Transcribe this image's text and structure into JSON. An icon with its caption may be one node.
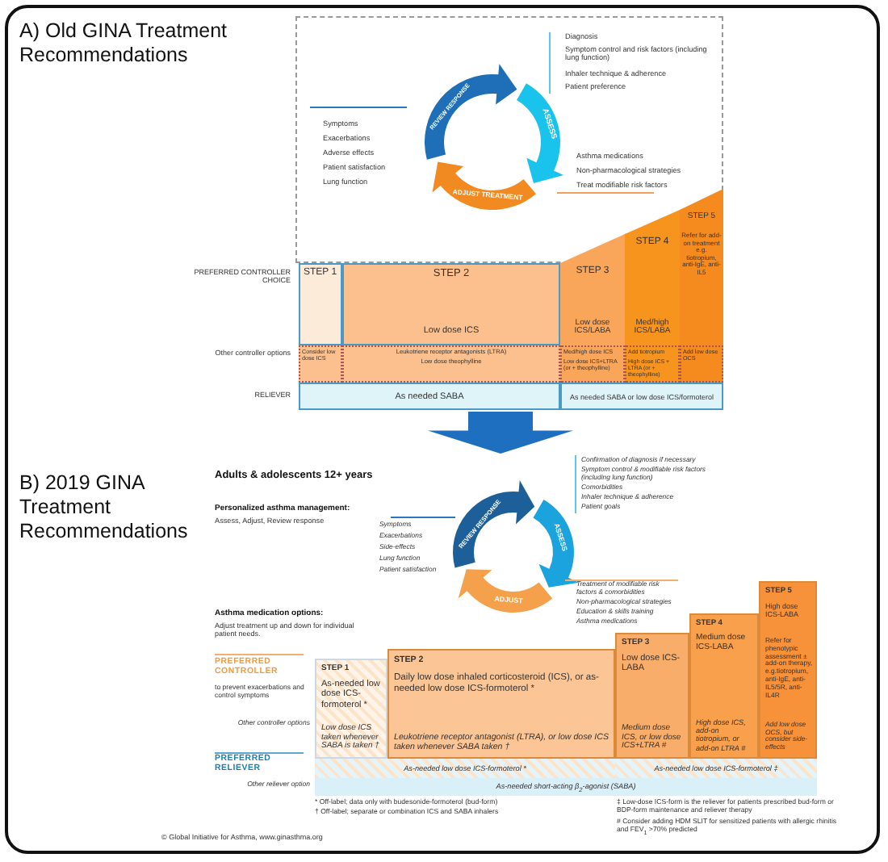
{
  "diagram": {
    "nodes": [
      {
        "text": [
          "A) Old GINA Treatment Recommendations"
        ]
      },
      {
        "text": [
          "REVIEW RESPONSE"
        ],
        "in": 0
      },
      {
        "text": [
          "ASSESS"
        ],
        "in": 0
      },
      {
        "text": [
          "ADJUST TREATMENT"
        ],
        "in": 0
      },
      {
        "text": [
          "STEP 1"
        ],
        "in": 0
      },
      {
        "text": [
          "STEP 2",
          "Low dose ICS"
        ],
        "in": 0
      },
      {
        "text": [
          "STEP 3",
          "Low dose ICS/LABA"
        ],
        "in": 0
      },
      {
        "text": [
          "STEP 4",
          "Med/high ICS/LABA"
        ],
        "in": 0
      },
      {
        "text": [
          "STEP 5",
          "Refer for add-on treatment e.g. tiotropium, anti-IgE, anti-IL5"
        ],
        "in": 0
      },
      {
        "text": [
          "Consider low dose ICS"
        ],
        "in": 0
      },
      {
        "text": [
          "Leukotriene receptor antagonists (LTRA)",
          "Low dose theophylline"
        ],
        "in": 0
      },
      {
        "text": [
          "Med/high dose ICS",
          "Low dose ICS+LTRA (or + theophylline)"
        ],
        "in": 0
      },
      {
        "text": [
          "Add tiotropium",
          "High dose ICS + LTRA (or + theophylline)"
        ],
        "in": 0
      },
      {
        "text": [
          "Add low dose OCS"
        ],
        "in": 0
      },
      {
        "text": [
          "As needed SABA"
        ],
        "in": 0
      },
      {
        "text": [
          "As needed SABA or low dose ICS/formoterol"
        ],
        "in": 0
      },
      {
        "text": [
          "B) 2019 GINA Treatment Recommendations"
        ]
      },
      {
        "text": [
          "REVIEW RESPONSE"
        ],
        "in": 16
      },
      {
        "text": [
          "ASSESS"
        ],
        "in": 16
      },
      {
        "text": [
          "ADJUST"
        ],
        "in": 16
      },
      {
        "text": [
          "STEP 1",
          "As-needed low dose ICS-formoterol *",
          "Low dose ICS taken whenever SABA is taken †"
        ],
        "in": 16
      },
      {
        "text": [
          "STEP 2",
          "Daily low dose inhaled corticosteroid (ICS), or as-needed low dose ICS-formoterol *",
          "Leukotriene receptor antagonist (LTRA), or low dose ICS taken whenever SABA taken †"
        ],
        "in": 16
      },
      {
        "text": [
          "STEP 3",
          "Low dose ICS-LABA",
          "Medium dose ICS, or low dose ICS+LTRA #"
        ],
        "in": 16
      },
      {
        "text": [
          "STEP 4",
          "Medium dose ICS-LABA",
          "High dose ICS, add-on tiotropium, or add-on LTRA #"
        ],
        "in": 16
      },
      {
        "text": [
          "STEP 5",
          "High dose ICS-LABA",
          "Refer for phenotypic assessment ± add-on therapy, e.g.tiotropium, anti-IgE, anti-IL5/5R, anti-IL4R",
          "Add low dose OCS, but consider side-effects"
        ],
        "in": 16
      },
      {
        "text": [
          "As-needed low dose ICS-formoterol *"
        ],
        "in": 16
      },
      {
        "text": [
          "As-needed low dose ICS-formoterol ‡"
        ],
        "in": 16
      },
      {
        "text": [
          "As-needed short-acting β$_{2}$-agonist (SABA)"
        ],
        "in": 16
      }
    ],
    "edges": [
      {
        "from": 0,
        "to": 16,
        "arrow": "to"
      }
    ],
    "labels": [
      "Diagnosis",
      "Symptom control and risk factors (including lung function)",
      "Inhaler technique & adherence",
      "Patient preference",
      "Symptoms",
      "Exacerbations",
      "Adverse effects",
      "Patient satisfaction",
      "Lung function",
      "Asthma medications",
      "Non-pharmacological strategies",
      "Treat modifiable risk factors",
      "PREFERRED CONTROLLER CHOICE",
      "Other controller options",
      "RELIEVER",
      "Adults & adolescents 12+ years",
      "Personalized asthma management:",
      "Assess, Adjust, Review response",
      "Confirmation of diagnosis if necessary",
      "Symptom control & modifiable risk factors (including lung function)",
      "Comorbidities",
      "Inhaler technique & adherence",
      "Patient goals",
      "Symptoms",
      "Exacerbations",
      "Side-effects",
      "Lung function",
      "Patient satisfaction",
      "Treatment of modifiable risk factors & comorbidities",
      "Non-pharmacological strategies",
      "Education & skills training",
      "Asthma medications",
      "Asthma medication options:",
      "Adjust treatment up and down for individual patient needs.",
      "PREFERRED CONTROLLER",
      "to prevent exacerbations and control symptoms",
      "Other controller options",
      "PREFERRED RELIEVER",
      "Other reliever option",
      "* Off-label; data only with budesonide-formoterol (bud-form)",
      "† Off-label; separate or combination ICS and SABA inhalers",
      "‡ Low-dose ICS-form is the reliever for patients prescribed bud-form or BDP-form maintenance and reliever therapy",
      "# Consider adding HDM SLIT for sensitized patients with allergic rhinitis and FEV$_{1}$ >70% predicted",
      "© Global Initiative for Asthma, www.ginasthma.org"
    ]
  }
}
